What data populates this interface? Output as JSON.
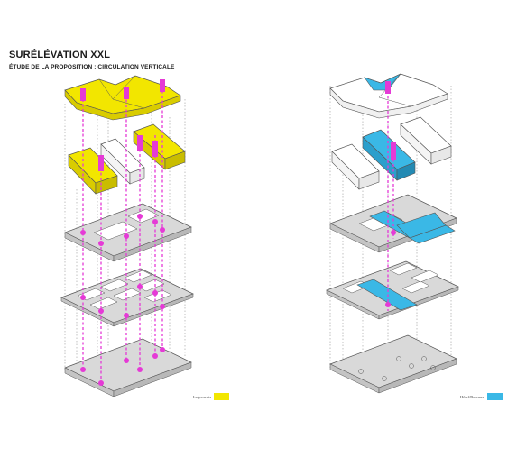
{
  "header": {
    "title": "SURÉLÉVATION XXL",
    "subtitle": "ÉTUDE DE LA PROPOSITION : CIRCULATION VERTICALE"
  },
  "legends": {
    "left": {
      "label": "Logements",
      "color": "#f2e600"
    },
    "right": {
      "label": "Hôtel/Bureaux",
      "color": "#3ab8e6"
    }
  },
  "colors": {
    "circulation": "#e53ad6",
    "outline": "#555555",
    "slab": "#d9d9d9",
    "guide": "#9a9a9a"
  }
}
